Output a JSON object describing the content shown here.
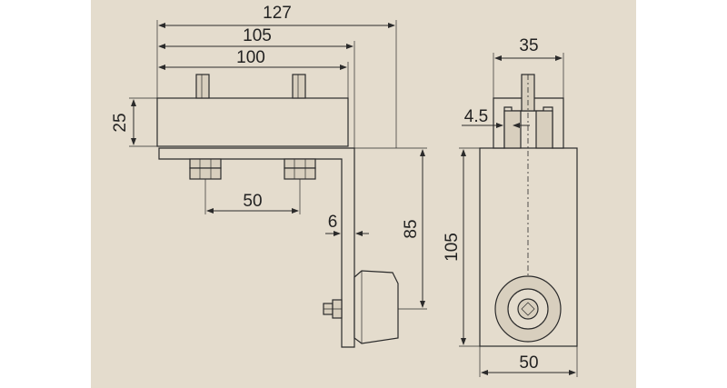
{
  "colors": {
    "background": "#e4dccd",
    "line": "#2b2b2b",
    "outside": "#ffffff"
  },
  "dimensions": {
    "overall_width": "127",
    "plate_width": "105",
    "block_width": "100",
    "block_height": "25",
    "bolt_spacing": "50",
    "plate_thickness": "6",
    "bracket_height": "85",
    "side_width": "35",
    "slot_offset": "4.5",
    "side_height": "105",
    "bottom_width": "50"
  }
}
